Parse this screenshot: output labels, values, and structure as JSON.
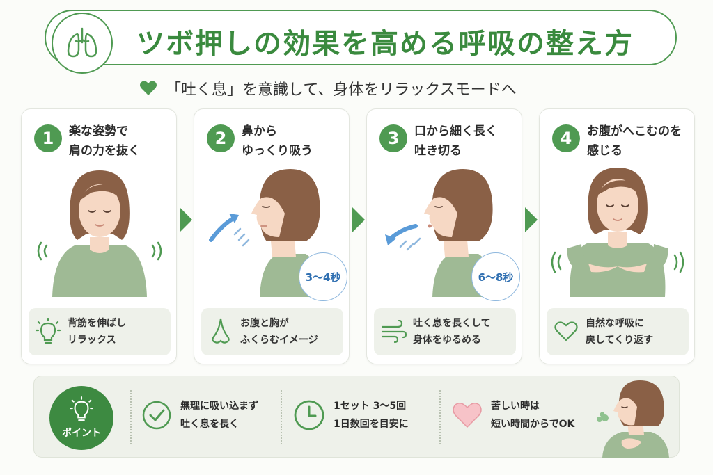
{
  "title": "ツボ押しの効果を高める呼吸の整え方",
  "subtitle": "「吐く息」を意識して、身体をリラックスモードへ",
  "icons": {
    "title": "lungs-icon",
    "subtitle": "heart-icon"
  },
  "colors": {
    "accent": "#4f9a52",
    "dark_green": "#3d8a41",
    "blue": "#5a9bd8",
    "heart_pink": "#f2a7b0",
    "panel_bg": "#eef1ea"
  },
  "steps": [
    {
      "num": "1",
      "title_line1": "楽な姿勢で",
      "title_line2": "肩の力を抜く",
      "tip_icon": "lightbulb-icon",
      "tip_line1": "背筋を伸ばし",
      "tip_line2": "リラックス"
    },
    {
      "num": "2",
      "title_line1": "鼻から",
      "title_line2": "ゆっくり吸う",
      "badge": "3〜4秒",
      "tip_icon": "nose-icon",
      "tip_line1": "お腹と胸が",
      "tip_line2": "ふくらむイメージ"
    },
    {
      "num": "3",
      "title_line1": "口から細く長く",
      "title_line2": "吐き切る",
      "badge": "6〜8秒",
      "tip_icon": "wind-icon",
      "tip_line1": "吐く息を長くして",
      "tip_line2": "身体をゆるめる"
    },
    {
      "num": "4",
      "title_line1": "お腹がへこむのを",
      "title_line2": "感じる",
      "tip_icon": "heart-outline-icon",
      "tip_line1": "自然な呼吸に",
      "tip_line2": "戻してくり返す"
    }
  ],
  "point": {
    "label": "ポイント",
    "icon": "lightbulb-icon",
    "items": [
      {
        "icon": "check-circle-icon",
        "line1": "無理に吸い込まず",
        "line2": "吐く息を長く"
      },
      {
        "icon": "clock-icon",
        "line1": "1セット 3〜5回",
        "line2": "1日数回を目安に"
      },
      {
        "icon": "heart-icon",
        "line1": "苦しい時は",
        "line2": "短い時間からでOK"
      }
    ]
  }
}
